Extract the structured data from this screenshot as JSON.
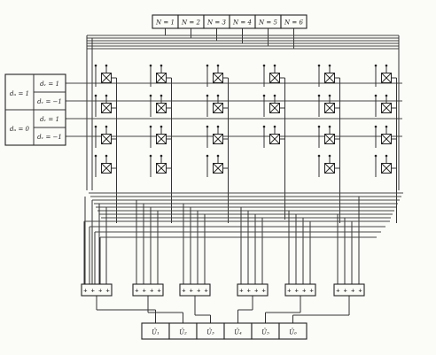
{
  "n_boxes": [
    "N = 1",
    "N = 2",
    "N = 3",
    "N = 4",
    "N = 5",
    "N = 6"
  ],
  "control_groups": [
    {
      "label": "dᵤ = 1",
      "rows": [
        "dᵥ = 1",
        "dᵥ = −1"
      ]
    },
    {
      "label": "dᵤ = 0",
      "rows": [
        "dᵥ = 1",
        "dᵥ = −1"
      ]
    }
  ],
  "multiplier_rows": [
    [
      true,
      true,
      true,
      true,
      true,
      true
    ],
    [
      true,
      true,
      true,
      true,
      true,
      true
    ],
    [
      true,
      true,
      true,
      true,
      true,
      true
    ],
    [
      true,
      true,
      true,
      false,
      true,
      true
    ]
  ],
  "adder_sign": "+ + + +",
  "outputs": [
    "Ü₁",
    "Ü₂",
    "Ü₃",
    "Ü₄",
    "Ü₅",
    "Ü₆"
  ],
  "multiplier_icon": "boxed-cross-icon"
}
